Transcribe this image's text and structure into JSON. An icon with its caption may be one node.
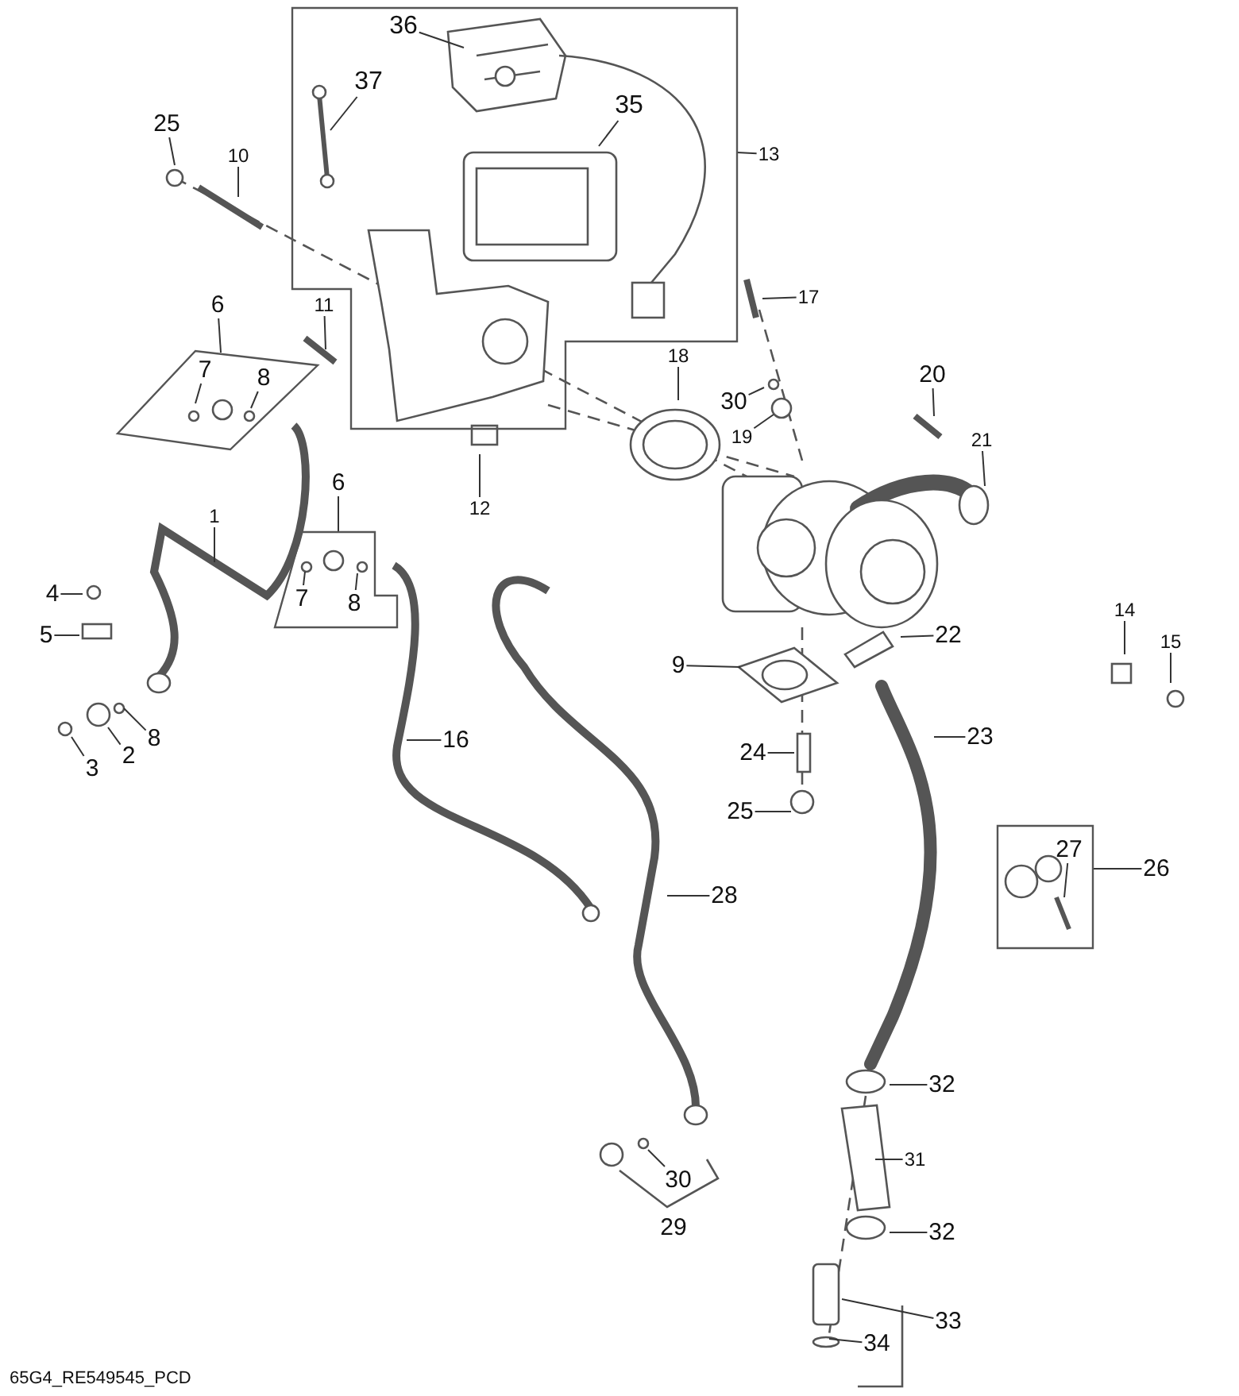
{
  "diagram": {
    "nodes": [
      {
        "text": [],
        "shape": "box"
      },
      {
        "text": [
          "36"
        ],
        "in": 0
      },
      {
        "text": [
          "37"
        ],
        "in": 0
      },
      {
        "text": [
          "35"
        ],
        "in": 0
      },
      {
        "text": [
          "13"
        ]
      },
      {
        "text": [
          "25"
        ]
      },
      {
        "text": [
          "10"
        ]
      },
      {
        "text": [
          "11"
        ]
      },
      {
        "text": [
          "17"
        ]
      },
      {
        "text": [
          "6"
        ]
      },
      {
        "text": [],
        "shape": "box"
      },
      {
        "text": [
          "7"
        ],
        "in": 10
      },
      {
        "text": [
          "8"
        ],
        "in": 10
      },
      {
        "text": [
          "18"
        ]
      },
      {
        "text": [
          "30"
        ]
      },
      {
        "text": [
          "20"
        ]
      },
      {
        "text": [
          "19"
        ]
      },
      {
        "text": [
          "21"
        ]
      },
      {
        "text": [
          "12"
        ]
      },
      {
        "text": [
          "6"
        ]
      },
      {
        "text": [],
        "shape": "box"
      },
      {
        "text": [
          "7"
        ],
        "in": 20
      },
      {
        "text": [
          "8"
        ],
        "in": 20
      },
      {
        "text": [
          "1"
        ]
      },
      {
        "text": [
          "4"
        ]
      },
      {
        "text": [
          "5"
        ]
      },
      {
        "text": [
          "14"
        ]
      },
      {
        "text": [
          "15"
        ]
      },
      {
        "text": [
          "9"
        ]
      },
      {
        "text": [
          "22"
        ]
      },
      {
        "text": [
          "8"
        ]
      },
      {
        "text": [
          "2"
        ]
      },
      {
        "text": [
          "3"
        ]
      },
      {
        "text": [
          "23"
        ]
      },
      {
        "text": [
          "24"
        ]
      },
      {
        "text": [
          "16"
        ]
      },
      {
        "text": [
          "25"
        ]
      },
      {
        "text": [],
        "shape": "box"
      },
      {
        "text": [
          "27"
        ],
        "in": 37
      },
      {
        "text": [
          "26"
        ]
      },
      {
        "text": [
          "28"
        ]
      },
      {
        "text": [
          "32"
        ]
      },
      {
        "text": [
          "31"
        ]
      },
      {
        "text": [
          "30"
        ]
      },
      {
        "text": [
          "29"
        ]
      },
      {
        "text": [
          "32"
        ]
      },
      {
        "text": [
          "33"
        ]
      },
      {
        "text": [
          "34"
        ]
      }
    ],
    "edges": [
      {
        "from": 1,
        "to": null,
        "arrow": "none"
      },
      {
        "from": 2,
        "to": null,
        "arrow": "none"
      },
      {
        "from": 3,
        "to": null,
        "arrow": "none"
      },
      {
        "from": 4,
        "to": 0,
        "arrow": "none"
      },
      {
        "from": 5,
        "to": null,
        "arrow": "none"
      },
      {
        "from": 6,
        "to": null,
        "arrow": "none"
      },
      {
        "from": 7,
        "to": null,
        "arrow": "none"
      },
      {
        "from": 8,
        "to": null,
        "arrow": "none"
      },
      {
        "from": 9,
        "to": 10,
        "arrow": "none"
      },
      {
        "from": 11,
        "to": null,
        "arrow": "none"
      },
      {
        "from": 12,
        "to": null,
        "arrow": "none"
      },
      {
        "from": 13,
        "to": null,
        "arrow": "none"
      },
      {
        "from": 14,
        "to": null,
        "arrow": "none"
      },
      {
        "from": 15,
        "to": null,
        "arrow": "none"
      },
      {
        "from": 16,
        "to": null,
        "arrow": "none"
      },
      {
        "from": 17,
        "to": null,
        "arrow": "none"
      },
      {
        "from": 18,
        "to": null,
        "arrow": "none"
      },
      {
        "from": 19,
        "to": 20,
        "arrow": "none"
      },
      {
        "from": 21,
        "to": null,
        "arrow": "none"
      },
      {
        "from": 22,
        "to": null,
        "arrow": "none"
      },
      {
        "from": 23,
        "to": null,
        "arrow": "none"
      },
      {
        "from": 24,
        "to": null,
        "arrow": "none"
      },
      {
        "from": 25,
        "to": null,
        "arrow": "none"
      },
      {
        "from": 26,
        "to": null,
        "arrow": "none"
      },
      {
        "from": 27,
        "to": null,
        "arrow": "none"
      },
      {
        "from": 28,
        "to": null,
        "arrow": "none"
      },
      {
        "from": 29,
        "to": null,
        "arrow": "none"
      },
      {
        "from": 30,
        "to": null,
        "arrow": "none"
      },
      {
        "from": 31,
        "to": null,
        "arrow": "none"
      },
      {
        "from": 32,
        "to": null,
        "arrow": "none"
      },
      {
        "from": 33,
        "to": null,
        "arrow": "none"
      },
      {
        "from": 34,
        "to": null,
        "arrow": "none"
      },
      {
        "from": 35,
        "to": null,
        "arrow": "none"
      },
      {
        "from": 36,
        "to": null,
        "arrow": "none"
      },
      {
        "from": 39,
        "to": 37,
        "arrow": "none"
      },
      {
        "from": 38,
        "to": null,
        "arrow": "none"
      },
      {
        "from": 40,
        "to": null,
        "arrow": "none"
      },
      {
        "from": 41,
        "to": null,
        "arrow": "none"
      },
      {
        "from": 42,
        "to": null,
        "arrow": "none"
      },
      {
        "from": 43,
        "to": null,
        "arrow": "none"
      },
      {
        "from": 45,
        "to": null,
        "arrow": "none"
      },
      {
        "from": 46,
        "to": null,
        "arrow": "none"
      },
      {
        "from": 47,
        "to": null,
        "arrow": "none"
      }
    ],
    "labels": [
      "65G4_RE549545_PCD"
    ]
  }
}
